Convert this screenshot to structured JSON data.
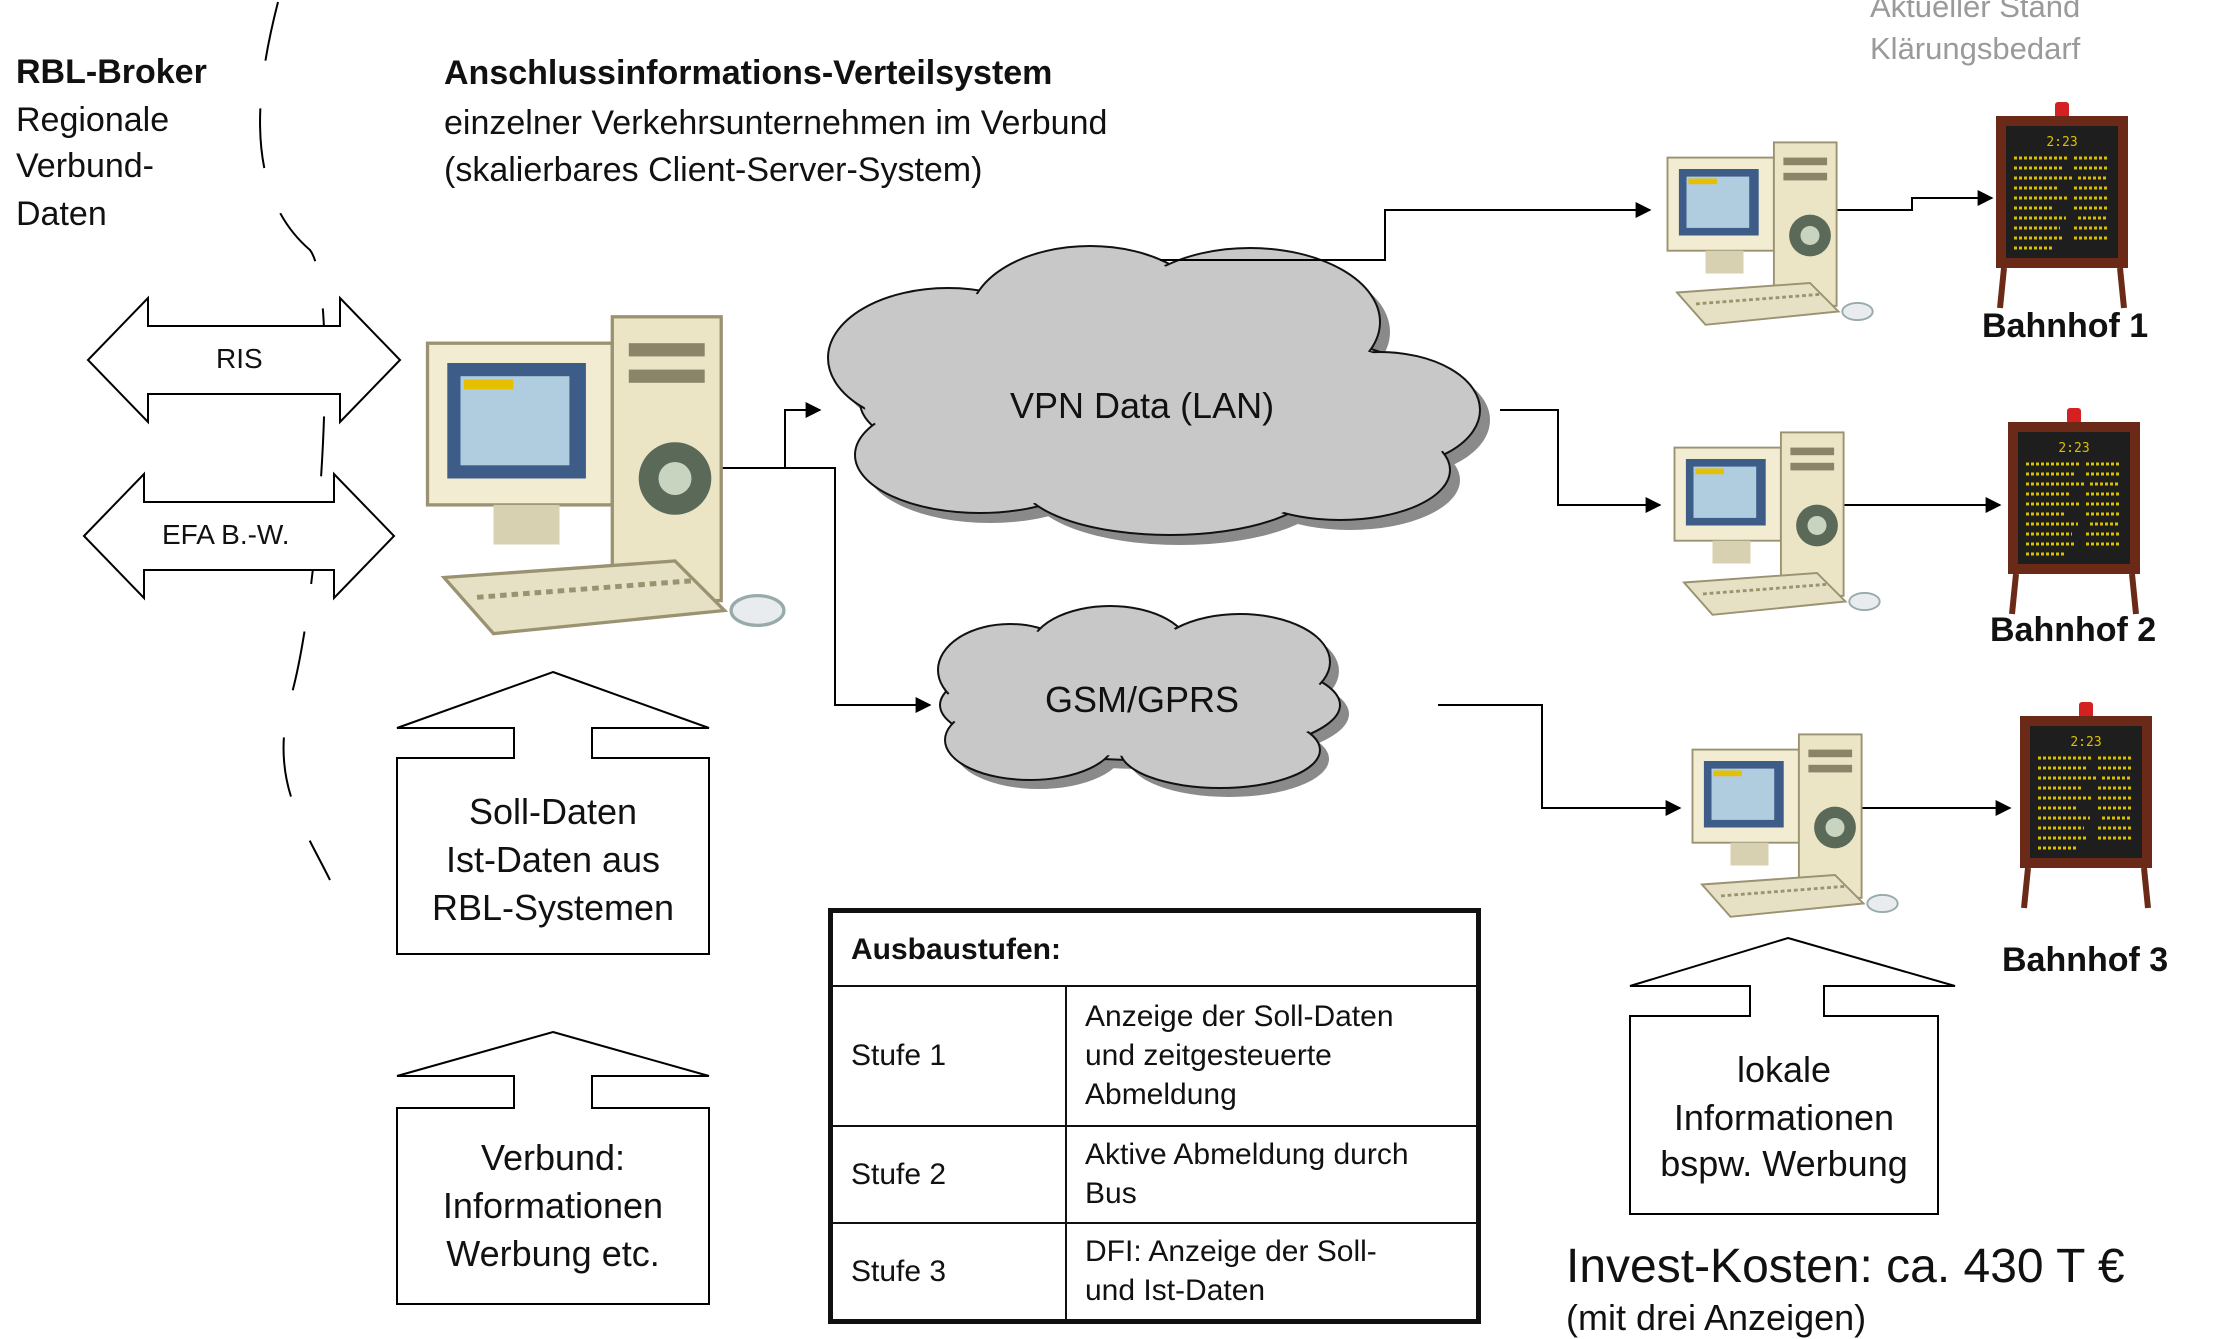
{
  "status": {
    "line1": "Aktueller Stand",
    "line2": "Klärungsbedarf"
  },
  "broker": {
    "title": "RBL-Broker",
    "line1": "Regionale",
    "line2": "Verbund-",
    "line3": "Daten"
  },
  "heading": {
    "title": "Anschlussinformations-Verteilsystem",
    "line2": "einzelner Verkehrsunternehmen im Verbund",
    "line3": "(skalierbares Client-Server-System)"
  },
  "interfaces": {
    "ris": "RIS",
    "efa": "EFA B.-W."
  },
  "networks": {
    "vpn": "VPN Data (LAN)",
    "gsm": "GSM/GPRS"
  },
  "stations": [
    "Bahnhof 1",
    "Bahnhof 2",
    "Bahnhof 3"
  ],
  "inputs": {
    "soll": [
      "Soll-Daten",
      "Ist-Daten aus",
      "RBL-Systemen"
    ],
    "verbund": [
      "Verbund:",
      "Informationen",
      "Werbung etc."
    ],
    "lokal": [
      "lokale",
      "Informationen",
      "bspw. Werbung"
    ]
  },
  "stages_table": {
    "header": "Ausbaustufen:",
    "rows": [
      {
        "stage": "Stufe 1",
        "desc": [
          "Anzeige der Soll-Daten",
          "und zeitgesteuerte",
          "Abmeldung"
        ]
      },
      {
        "stage": "Stufe 2",
        "desc": [
          "Aktive Abmeldung durch",
          "Bus"
        ]
      },
      {
        "stage": "Stufe 3",
        "desc": [
          "DFI: Anzeige der Soll-",
          "und Ist-Daten"
        ]
      }
    ]
  },
  "cost": {
    "line1": "Invest-Kosten: ca. 430 T €",
    "line2": "(mit drei Anzeigen)"
  },
  "colors": {
    "cloud": "#c8c8c8",
    "cloud_shadow": "#8a8a8a",
    "board": "#6b2a18",
    "board_screen": "#1e1e1e",
    "led": "#d8c000",
    "lamp": "#d42020"
  }
}
